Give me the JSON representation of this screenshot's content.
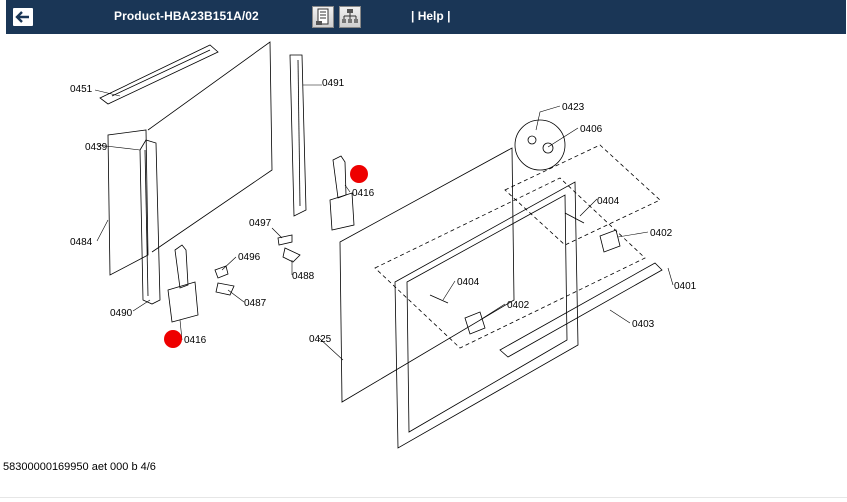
{
  "header": {
    "title": "Product-HBA23B151A/02",
    "help_label": "Help",
    "sep_left": "|",
    "sep_right": "|",
    "back_icon": "arrow-left-icon",
    "tool_icons": [
      "parts-list-icon",
      "structure-tree-icon"
    ]
  },
  "colors": {
    "topbar": "#1a3656",
    "hotspot": "#ee0000"
  },
  "diagram": {
    "labels": {
      "p0451": "0451",
      "p0491": "0491",
      "p0439": "0439",
      "p0484": "0484",
      "p0497": "0497",
      "p0496": "0496",
      "p0488": "0488",
      "p0487": "0487",
      "p0490": "0490",
      "p0416a": "0416",
      "p0416b": "0416",
      "p0423": "0423",
      "p0406": "0406",
      "p0404a": "0404",
      "p0402a": "0402",
      "p0401": "0401",
      "p0404b": "0404",
      "p0402b": "0402",
      "p0403": "0403",
      "p0425": "0425"
    }
  },
  "footer": {
    "doc_code": "58300000169950 aet 000 b 4/6"
  }
}
